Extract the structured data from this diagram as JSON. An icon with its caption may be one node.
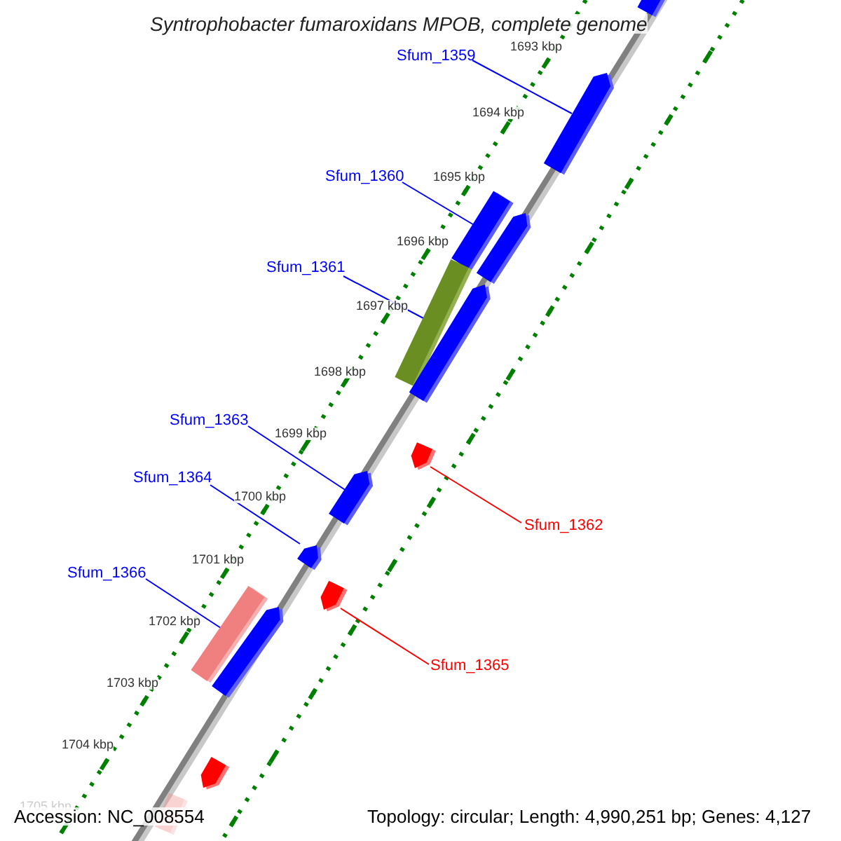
{
  "diagram": {
    "title": "Syntrophobacter fumaroxidans MPOB, complete genome",
    "nodes": [
      {
        "text": [
          "Sfum_1359"
        ]
      },
      {
        "text": [],
        "shape": "bar"
      },
      {
        "text": [
          "Sfum_1360"
        ]
      },
      {
        "text": [],
        "shape": "bar"
      },
      {
        "text": [
          "Sfum_1361"
        ]
      },
      {
        "text": [],
        "shape": "bar"
      },
      {
        "text": [
          "Sfum_1363"
        ]
      },
      {
        "text": [],
        "shape": "bar"
      },
      {
        "text": [
          "Sfum_1364"
        ]
      },
      {
        "text": [],
        "shape": "bar"
      },
      {
        "text": [
          "Sfum_1366"
        ]
      },
      {
        "text": [],
        "shape": "bar"
      },
      {
        "text": [
          "Sfum_1362"
        ]
      },
      {
        "text": [],
        "shape": "bar"
      },
      {
        "text": [
          "Sfum_1365"
        ]
      },
      {
        "text": [],
        "shape": "bar"
      },
      {
        "text": [],
        "shape": "bar"
      },
      {
        "text": [],
        "shape": "bar"
      },
      {
        "text": [],
        "shape": "bar"
      },
      {
        "text": [],
        "shape": "bar"
      },
      {
        "text": [],
        "shape": "bar"
      },
      {
        "text": [],
        "shape": "bar"
      }
    ],
    "edges": [
      {
        "from": 0,
        "to": 1,
        "arrow": "none"
      },
      {
        "from": 2,
        "to": 3,
        "arrow": "none"
      },
      {
        "from": 4,
        "to": 5,
        "arrow": "none"
      },
      {
        "from": 6,
        "to": 7,
        "arrow": "none"
      },
      {
        "from": 8,
        "to": 9,
        "arrow": "none"
      },
      {
        "from": 10,
        "to": 11,
        "arrow": "none"
      },
      {
        "from": 12,
        "to": 13,
        "arrow": "none",
        "color": "#ff0000"
      },
      {
        "from": 14,
        "to": 15,
        "arrow": "none",
        "color": "#ff0000"
      }
    ],
    "labels": [
      "1693 kbp",
      "1694 kbp",
      "1695 kbp",
      "1696 kbp",
      "1697 kbp",
      "1698 kbp",
      "1699 kbp",
      "1700 kbp",
      "1701 kbp",
      "1702 kbp",
      "1703 kbp",
      "1704 kbp",
      "1705 kbp",
      "Accession: NC_008554",
      "Topology: circular; Length: 4,990,251 bp; Genes: 4,127"
    ]
  }
}
